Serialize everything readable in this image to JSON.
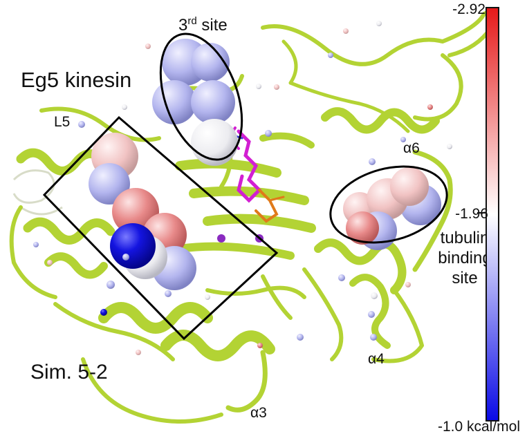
{
  "labels": {
    "title": "Eg5 kinesin",
    "simulation": "Sim. 5-2",
    "third_site_base": "3",
    "third_site_sup": "rd",
    "third_site_suffix": " site",
    "loop_L5": "L5",
    "helix_a6": "α6",
    "helix_a4": "α4",
    "helix_a3": "α3",
    "tubulin_line1": "tubulin",
    "tubulin_line2": "binding",
    "tubulin_line3": "site"
  },
  "colorbar": {
    "max_label": "-2.92",
    "mid_label": "-1.96",
    "min_label": "-1.0 kcal/mol",
    "max_value": -2.92,
    "mid_value": -1.96,
    "min_value": -1.0,
    "max_color": "#e51a1a",
    "mid_color": "#ffffff",
    "min_color": "#0a0ae6"
  },
  "colors": {
    "ribbon": "#b3d334",
    "ribbon_dark": "#7f9c1c",
    "ligand": "#d21fd2",
    "phosphate": "#e07a1a",
    "ion": "#8a2bc0"
  }
}
